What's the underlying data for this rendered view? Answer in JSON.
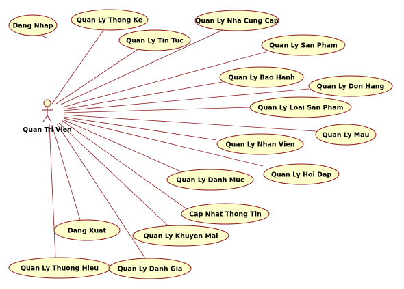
{
  "actor": {
    "name": "Quan Tri Vien"
  },
  "use_cases": [
    "Dang Nhap",
    "Quan Ly Thong Ke",
    "Quan Ly Tin Tuc",
    "Quan Ly Nha Cung Cap",
    "Quan Ly San Pham",
    "Quan Ly Bao Hanh",
    "Quan Ly Don Hang",
    "Quan Ly Loai San Pham",
    "Quan Ly Mau",
    "Quan Ly Nhan Vien",
    "Quan Ly Hoi Dap",
    "Quan Ly Danh Muc",
    "Cap Nhat Thong Tin",
    "Dang Xuat",
    "Quan Ly Khuyen Mai",
    "Quan Ly Thuong Hieu",
    "Quan Ly Danh Gia"
  ]
}
